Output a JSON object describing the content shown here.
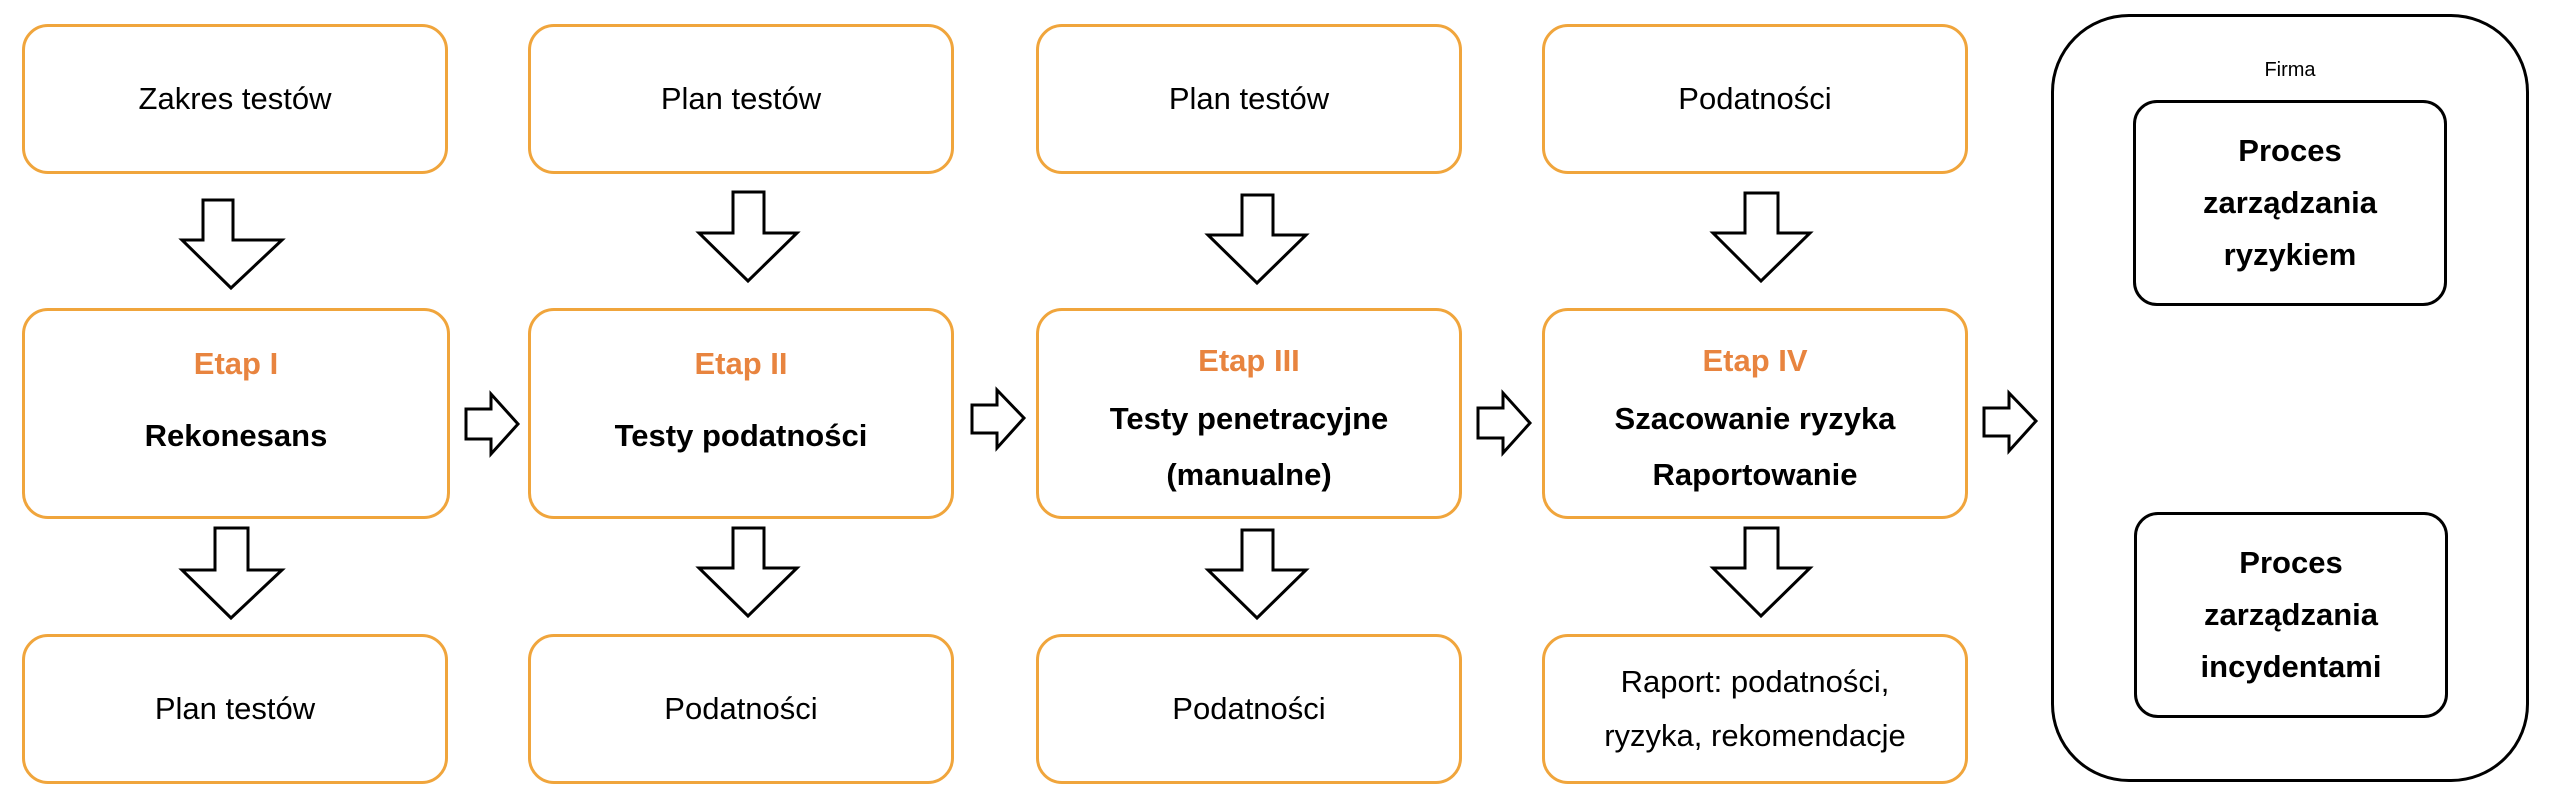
{
  "inputs": [
    "Zakres testów",
    "Plan testów",
    "Plan testów",
    "Podatności"
  ],
  "stages": [
    {
      "label": "Etap I",
      "name_lines": [
        "Rekonesans"
      ]
    },
    {
      "label": "Etap II",
      "name_lines": [
        "Testy podatności"
      ]
    },
    {
      "label": "Etap III",
      "name_lines": [
        "Testy penetracyjne",
        "(manualne)"
      ]
    },
    {
      "label": "Etap IV",
      "name_lines": [
        "Szacowanie ryzyka",
        "Raportowanie"
      ]
    }
  ],
  "outputs": [
    {
      "lines": [
        "Plan testów"
      ]
    },
    {
      "lines": [
        "Podatności"
      ]
    },
    {
      "lines": [
        "Podatności"
      ]
    },
    {
      "lines": [
        "Raport: podatności,",
        "ryzyka, rekomendacje"
      ]
    }
  ],
  "company": {
    "label": "Firma",
    "processes": [
      {
        "lines": [
          "Proces",
          "zarządzania",
          "ryzykiem"
        ]
      },
      {
        "lines": [
          "Proces",
          "zarządzania",
          "incydentami"
        ]
      }
    ]
  },
  "colors": {
    "box_border": "#f0a53c",
    "stage_label": "#e8843f",
    "outline": "#000000"
  },
  "icons": [
    "arrow-down-icon",
    "arrow-right-icon",
    "arrow-up-right-icon",
    "arrow-down-right-icon"
  ]
}
